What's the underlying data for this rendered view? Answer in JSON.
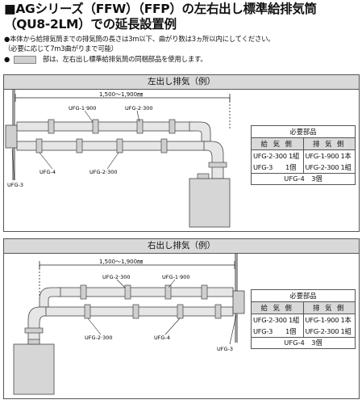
{
  "title": {
    "line1": "■AGシリーズ（FFW）（FFP）の左右出し標準給排気筒",
    "line2": "（QU8-2LM）での延長設置例"
  },
  "notes": {
    "note1": "●本体から給排気筒までの排気筒の長さは3m以下、曲がり数は3ヵ所以内にしてください。",
    "note2": "（必要に応じて7m3曲がりまで可能）",
    "note3": "●　　　　　部は、左右出し標準給排気筒の同梱部品を使用します。"
  },
  "left_panel": {
    "heading": "左出し排気（例）",
    "dimension": "1,500～1,900㎜",
    "labels": {
      "ufg1900": "UFG-1·900",
      "ufg2300_top": "UFG-2·300",
      "ufg4": "UFG-4",
      "ufg2300_bottom": "UFG-2·300",
      "ufg3": "UFG-3"
    },
    "parts": {
      "heading": "必要部品",
      "supply_header": "給 気 側",
      "exhaust_header": "排 気 側",
      "supply_rows": [
        "UFG-2-300 1組",
        "UFG-3　　1個"
      ],
      "exhaust_rows": [
        "UFG-1-900 1本",
        "UFG-2-300 1組"
      ],
      "footer": "UFG-4　3個"
    }
  },
  "right_panel": {
    "heading": "右出し排気（例）",
    "dimension": "1,500～1,900㎜",
    "labels": {
      "ufg2300_top": "UFG-2·300",
      "ufg1900": "UFG-1·900",
      "ufg2300_bottom": "UFG-2·300",
      "ufg4": "UFG-4",
      "ufg3": "UFG-3"
    },
    "parts": {
      "heading": "必要部品",
      "supply_header": "給 気 側",
      "exhaust_header": "排 気 側",
      "supply_rows": [
        "UFG-2-300 1組",
        "UFG-3　　1個"
      ],
      "exhaust_rows": [
        "UFG-1-900 1本",
        "UFG-2-300 1組"
      ],
      "footer": "UFG-4　3個"
    }
  }
}
